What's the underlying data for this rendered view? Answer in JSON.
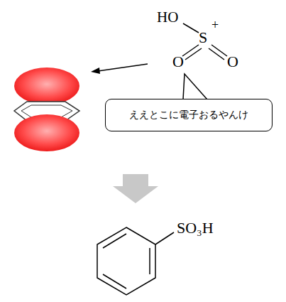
{
  "diagram": {
    "nodes": [
      {
        "text": [
          "ええとこに電子おるやんけ"
        ]
      }
    ],
    "labels": [
      "HO",
      "S",
      "+",
      "O",
      "O",
      "SO₃H"
    ]
  }
}
